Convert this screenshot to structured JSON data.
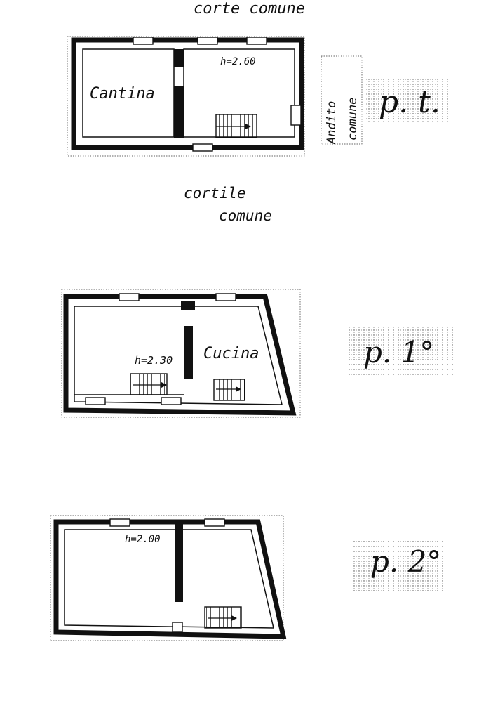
{
  "labels": {
    "corte_comune": "corte comune",
    "cortile": "cortile",
    "comune": "comune",
    "andito": "Andito",
    "andito_comune": "comune",
    "cantina": "Cantina",
    "cucina": "Cucina",
    "h_pt": "h=2.60",
    "h_p1": "h=2.30",
    "h_p2": "h=2.00"
  },
  "levels": {
    "pt": "p. t.",
    "p1": "p. 1°",
    "p2": "p. 2°"
  },
  "colors": {
    "ink": "#111111",
    "paper": "#ffffff"
  }
}
